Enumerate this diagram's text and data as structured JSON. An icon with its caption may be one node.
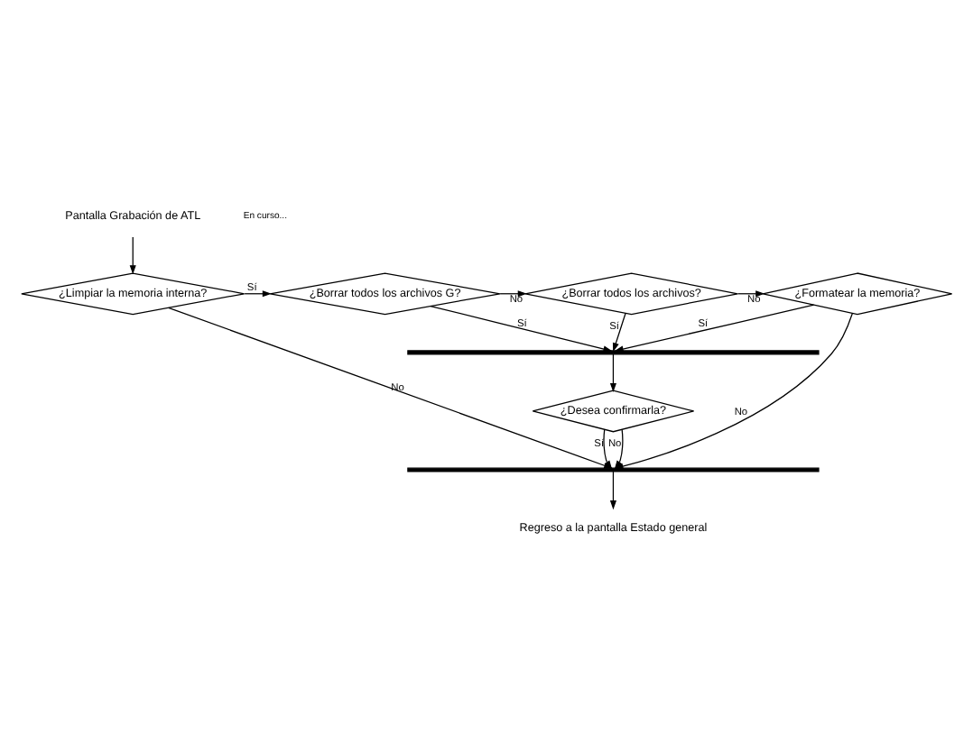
{
  "diagram": {
    "nodes": [
      {
        "text": [
          "Pantalla Grabación de ATL"
        ]
      },
      {
        "text": [
          "¿Limpiar la memoria interna?"
        ]
      },
      {
        "text": [
          "¿Borrar todos los archivos G?"
        ]
      },
      {
        "text": [
          "¿Borrar todos los archivos?"
        ]
      },
      {
        "text": [
          "¿Formatear la memoria?"
        ]
      },
      {
        "text": [],
        "shape": "bar"
      },
      {
        "text": [
          "¿Desea confirmarla?"
        ]
      },
      {
        "text": [],
        "shape": "bar"
      },
      {
        "text": [
          "Regreso a la pantalla Estado general"
        ]
      }
    ],
    "edges": [
      {
        "from": 0,
        "to": 1,
        "arrow": "to"
      },
      {
        "from": 1,
        "to": 2,
        "arrow": "to",
        "label": "Sí"
      },
      {
        "from": 1,
        "to": 7,
        "arrow": "to",
        "label": "No"
      },
      {
        "from": 2,
        "to": 3,
        "arrow": "to",
        "label": "No"
      },
      {
        "from": 2,
        "to": 5,
        "arrow": "to",
        "label": "Sí"
      },
      {
        "from": 3,
        "to": 4,
        "arrow": "to",
        "label": "No"
      },
      {
        "from": 3,
        "to": 5,
        "arrow": "to",
        "label": "Sí"
      },
      {
        "from": 4,
        "to": 5,
        "arrow": "to",
        "label": "Sí"
      },
      {
        "from": 4,
        "to": 7,
        "arrow": "to",
        "label": "No"
      },
      {
        "from": 5,
        "to": 6,
        "arrow": "to"
      },
      {
        "from": 6,
        "to": 7,
        "arrow": "to",
        "label": "Sí"
      },
      {
        "from": 6,
        "to": 7,
        "arrow": "to",
        "label": "No"
      },
      {
        "from": 7,
        "to": 8,
        "arrow": "to"
      }
    ],
    "labels": [
      "En curso..."
    ]
  }
}
